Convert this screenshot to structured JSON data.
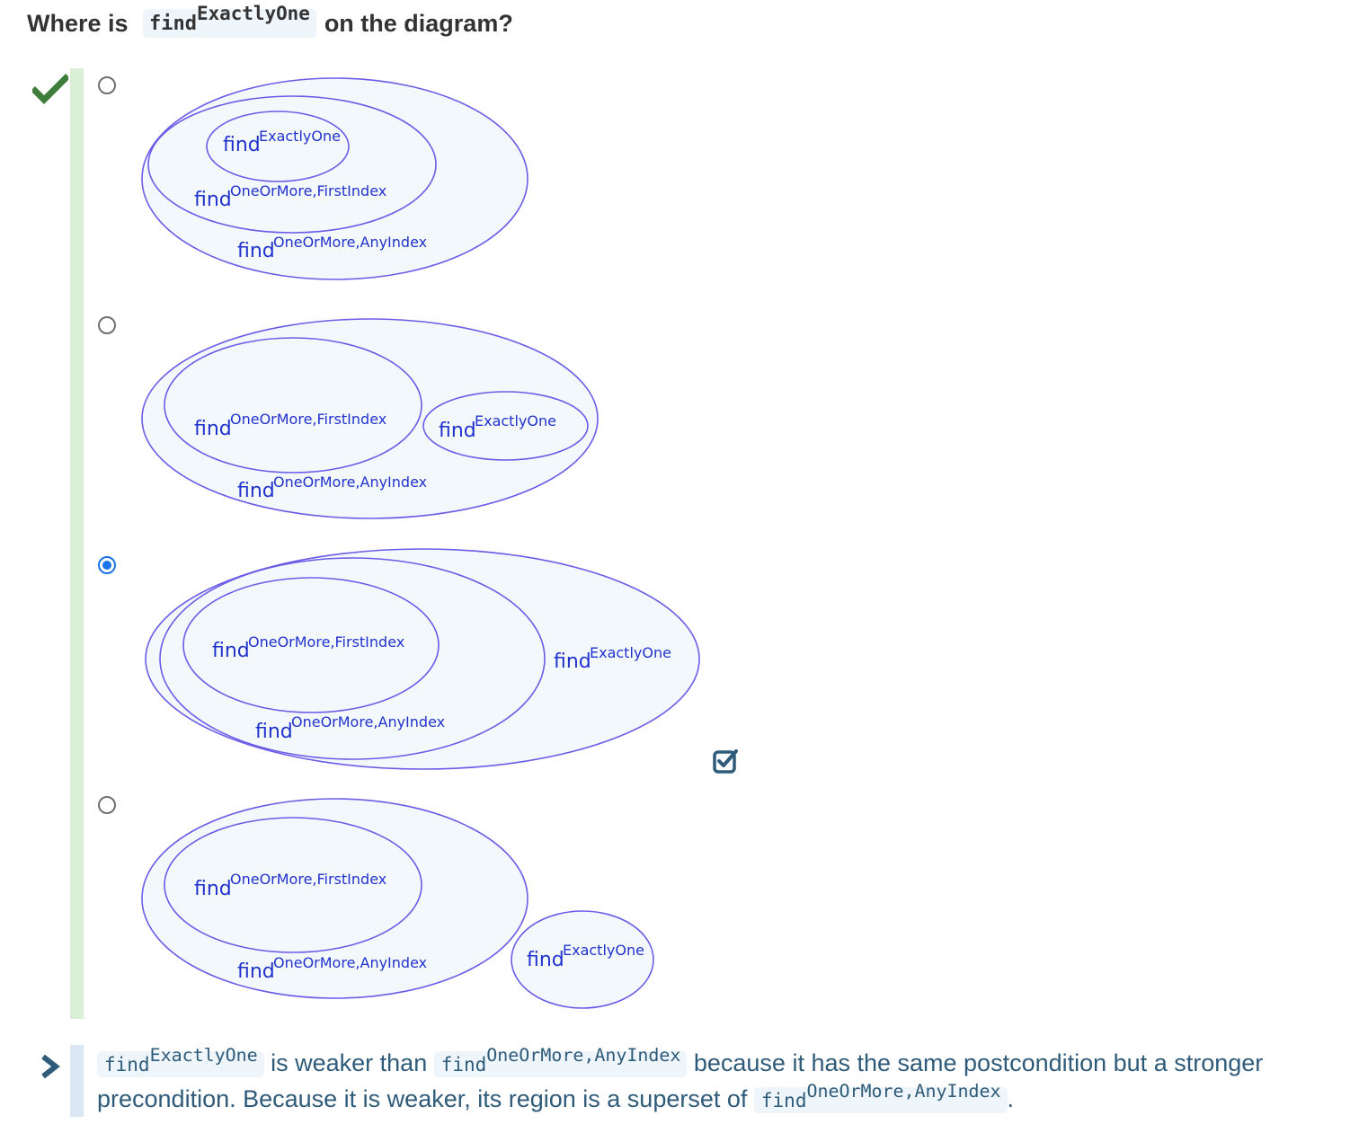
{
  "question": {
    "prefix": "Where is ",
    "code_base": "find",
    "code_sup": "ExactlyOne",
    "suffix": "on the diagram?"
  },
  "labels": {
    "find": "find",
    "exactly_one": "ExactlyOne",
    "first_index": "OneOrMore,FirstIndex",
    "any_index": "OneOrMore,AnyIndex"
  },
  "options": [
    {
      "selected": false,
      "correct_marked": true
    },
    {
      "selected": false
    },
    {
      "selected": true
    },
    {
      "selected": false
    }
  ],
  "explanation": {
    "code1_base": "find",
    "code1_sup": "ExactlyOne",
    "text1": " is weaker than ",
    "code2_base": "find",
    "code2_sup": "OneOrMore,AnyIndex",
    "text2": " because it has the same postcondition but a stronger precondition. Because it is weaker, its region is a superset of ",
    "code3_base": "find",
    "code3_sup": "OneOrMore,AnyIndex",
    "text3": "."
  },
  "colors": {
    "ellipse_stroke": "#6b5ce7",
    "ellipse_fill": "#f3f8fd",
    "label_text": "#2233cc",
    "correct_check": "#3e7d3a",
    "answers_bar": "#dbeed6",
    "radio_checked": "#1a73e8",
    "explanation_text": "#2f5b7a"
  },
  "icons": {
    "correct": "checkmark-icon",
    "verified": "checkbox-checked-icon",
    "explanation": "chevron-right-icon"
  }
}
